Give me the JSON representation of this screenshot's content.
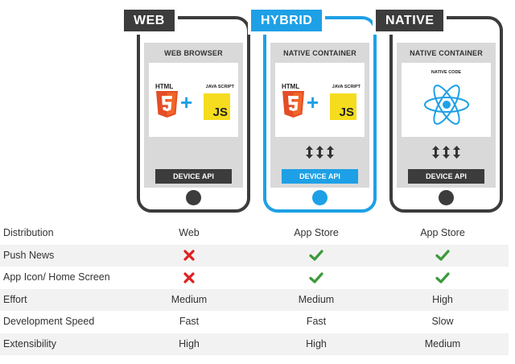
{
  "phones": [
    {
      "key": "web",
      "tag": "WEB",
      "container_label": "WEB BROWSER",
      "content": "html-js",
      "html_label": "HTML",
      "js_caption": "JAVA SCRIPT",
      "js_text": "JS",
      "api_label": "DEVICE API",
      "arrows": false
    },
    {
      "key": "hybrid",
      "tag": "HYBRID",
      "container_label": "NATIVE CONTAINER",
      "content": "html-js",
      "html_label": "HTML",
      "js_caption": "JAVA SCRIPT",
      "js_text": "JS",
      "api_label": "DEVICE API",
      "arrows": true
    },
    {
      "key": "native",
      "tag": "NATIVE",
      "container_label": "NATIVE CONTAINER",
      "content": "native",
      "native_label": "NATIVE CODE",
      "api_label": "DEVICE API",
      "arrows": true
    }
  ],
  "comparison": {
    "rows": [
      {
        "label": "Distribution",
        "values": [
          "Web",
          "App Store",
          "App Store"
        ]
      },
      {
        "label": "Push News",
        "values": [
          "no",
          "yes",
          "yes"
        ],
        "kind": "mark"
      },
      {
        "label": "App Icon/ Home Screen",
        "values": [
          "no",
          "yes",
          "yes"
        ],
        "kind": "mark"
      },
      {
        "label": "Effort",
        "values": [
          "Medium",
          "Medium",
          "High"
        ]
      },
      {
        "label": "Development Speed",
        "values": [
          "Fast",
          "Fast",
          "Slow"
        ]
      },
      {
        "label": "Extensibility",
        "values": [
          "High",
          "High",
          "Medium"
        ]
      }
    ]
  },
  "colors": {
    "dark": "#3c3c3c",
    "accent": "#1ea0e6",
    "html5": "#e44d26",
    "js": "#f5dc1e",
    "yes": "#3a9a3a",
    "no": "#e02020"
  }
}
